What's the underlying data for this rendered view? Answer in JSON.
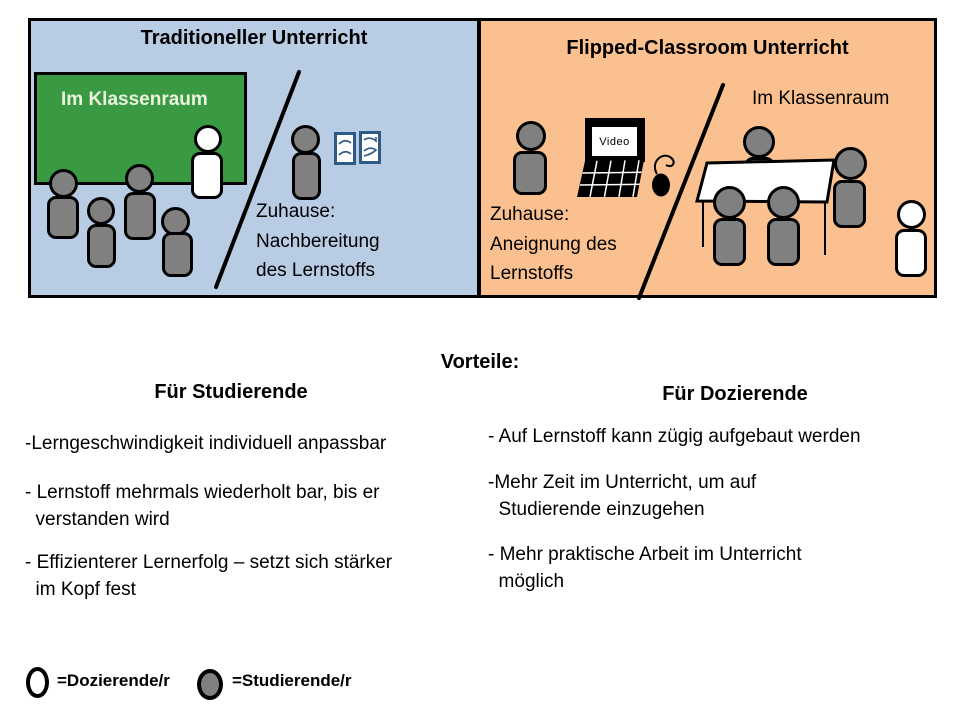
{
  "panels": {
    "traditional": {
      "title": "Traditioneller Unterricht",
      "classroom_label": "Im Klassenraum",
      "home_text": "Zuhause:\nNachbereitung\ndes Lernstoffs"
    },
    "flipped": {
      "title": "Flipped-Classroom Unterricht",
      "classroom_label": "Im Klassenraum",
      "home_text": "Zuhause:\nAneignung des\nLernstoffs",
      "video_label": "Video"
    }
  },
  "benefits": {
    "heading": "Vorteile:",
    "students": {
      "heading": "Für Studierende",
      "items": [
        "-Lerngeschwindigkeit individuell anpassbar",
        "- Lernstoff mehrmals wiederholt bar, bis er\n  verstanden wird",
        "- Effizienterer Lernerfolg – setzt sich stärker\n  im Kopf fest"
      ]
    },
    "lecturers": {
      "heading": "Für Dozierende",
      "items": [
        "- Auf Lernstoff kann zügig aufgebaut werden",
        "-Mehr Zeit im Unterricht, um auf\n  Studierende einzugehen",
        "- Mehr praktische Arbeit im Unterricht\n  möglich"
      ]
    }
  },
  "legend": {
    "lecturer_label": "=Dozierende/r",
    "student_label": "=Studierende/r"
  },
  "colors": {
    "traditional_bg": "#b8cce4",
    "flipped_bg": "#fac090",
    "board_green": "#3a9a44",
    "student_gray": "#808080",
    "lecturer_white": "#ffffff",
    "book_blue": "#2e5a88"
  }
}
